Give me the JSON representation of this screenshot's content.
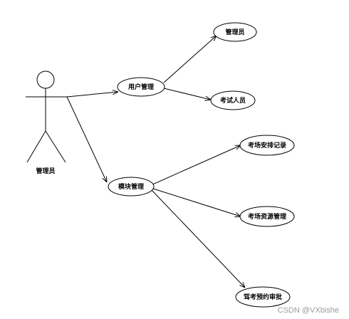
{
  "actor": {
    "label": "管理员"
  },
  "use_cases": {
    "user_mgmt": "用户管理",
    "module_mgmt": "模块管理",
    "admin": "管理员",
    "examinee": "考试人员",
    "room_schedule": "考场安排记录",
    "room_resource": "考场资源管理",
    "booking_review": "驾考预约审批"
  },
  "watermark": "CSDN @VXbishe"
}
